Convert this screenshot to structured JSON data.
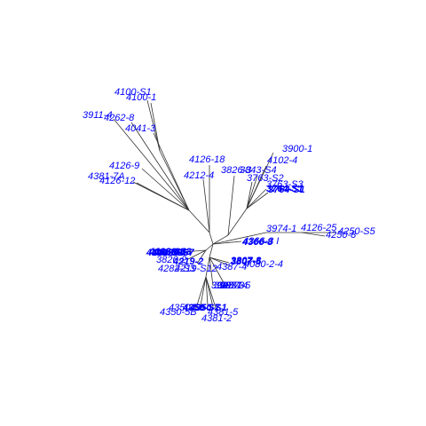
{
  "figure": {
    "type": "unrooted-phylogenetic-tree",
    "label_color": "#0000ff",
    "branch_color": "#333333",
    "labels": [
      "4100-S1",
      "4100-1",
      "3911-4",
      "4262-8",
      "4041-3",
      "4126-9",
      "4381-7A",
      "4126-12",
      "4126-18",
      "4212-4",
      "3826-3",
      "3843-S4",
      "4102-4",
      "3900-1",
      "3763-S2",
      "3763-S3",
      "3764-S1",
      "3764-S1",
      "3974-1",
      "4126-25",
      "4250-S5",
      "4250-8",
      "4366-8",
      "4366-3 I",
      "4126-S1",
      "4126-S4",
      "4126-S6",
      "4126-S3",
      "4126-S7",
      "3826-2",
      "4219-2",
      "4282-S3",
      "4219-S12",
      "3807-8",
      "3807-6",
      "4387-4",
      "4080-2-4",
      "3987-1",
      "3987-3",
      "3937-4",
      "3937-5",
      "4350-5B",
      "4350-S6",
      "4350-S7",
      "4350-S1",
      "4381-5",
      "4381-2"
    ]
  }
}
